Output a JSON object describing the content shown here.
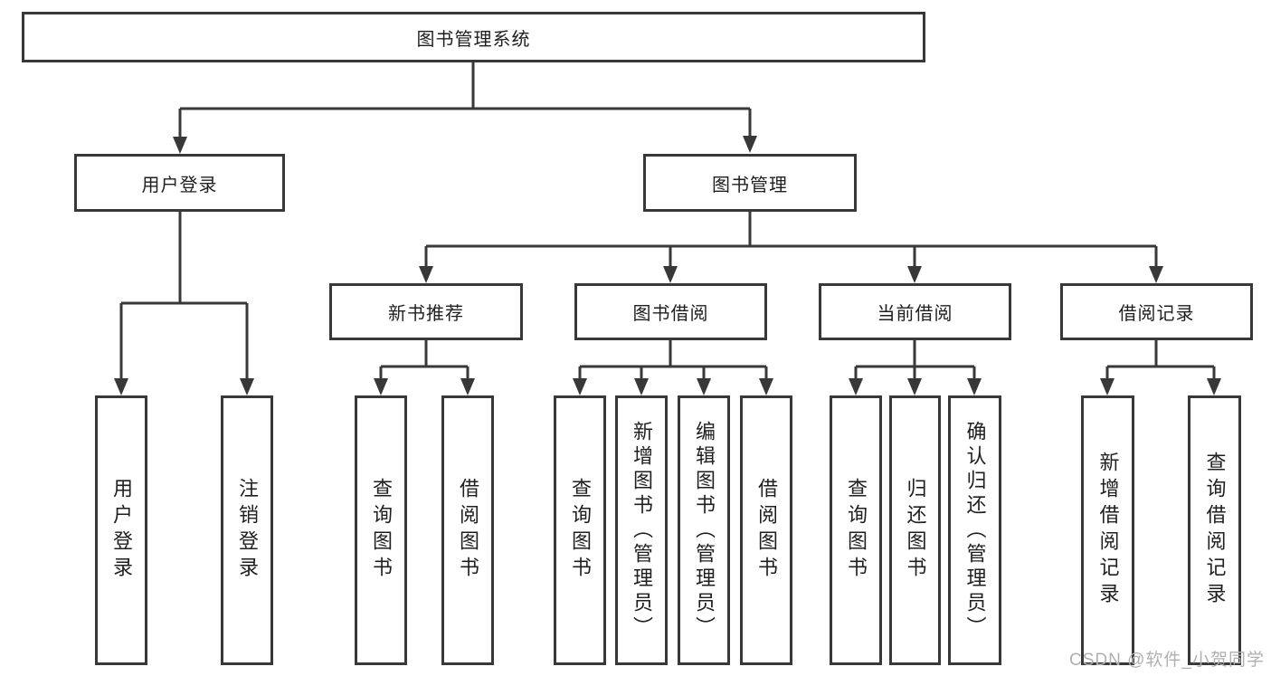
{
  "diagram": {
    "colors": {
      "line": "#383838",
      "box_border": "#383838",
      "text": "#1f1f1f",
      "watermark": "#b0b0b0",
      "background": "#ffffff"
    },
    "watermark": "CSDN @软件_小贺同学",
    "tree": {
      "root": {
        "label": "图书管理系统"
      },
      "branches": [
        {
          "label": "用户登录",
          "children": [
            {
              "label": "用户登录"
            },
            {
              "label": "注销登录"
            }
          ]
        },
        {
          "label": "图书管理",
          "children": [
            {
              "label": "新书推荐",
              "children": [
                {
                  "label": "查询图书"
                },
                {
                  "label": "借阅图书"
                }
              ]
            },
            {
              "label": "图书借阅",
              "children": [
                {
                  "label": "查询图书"
                },
                {
                  "label": "新增图书（管理员）"
                },
                {
                  "label": "编辑图书（管理员）"
                },
                {
                  "label": "借阅图书"
                }
              ]
            },
            {
              "label": "当前借阅",
              "children": [
                {
                  "label": "查询图书"
                },
                {
                  "label": "归还图书"
                },
                {
                  "label": "确认归还（管理员）"
                }
              ]
            },
            {
              "label": "借阅记录",
              "children": [
                {
                  "label": "新增借阅记录"
                },
                {
                  "label": "查询借阅记录"
                }
              ]
            }
          ]
        }
      ]
    }
  }
}
